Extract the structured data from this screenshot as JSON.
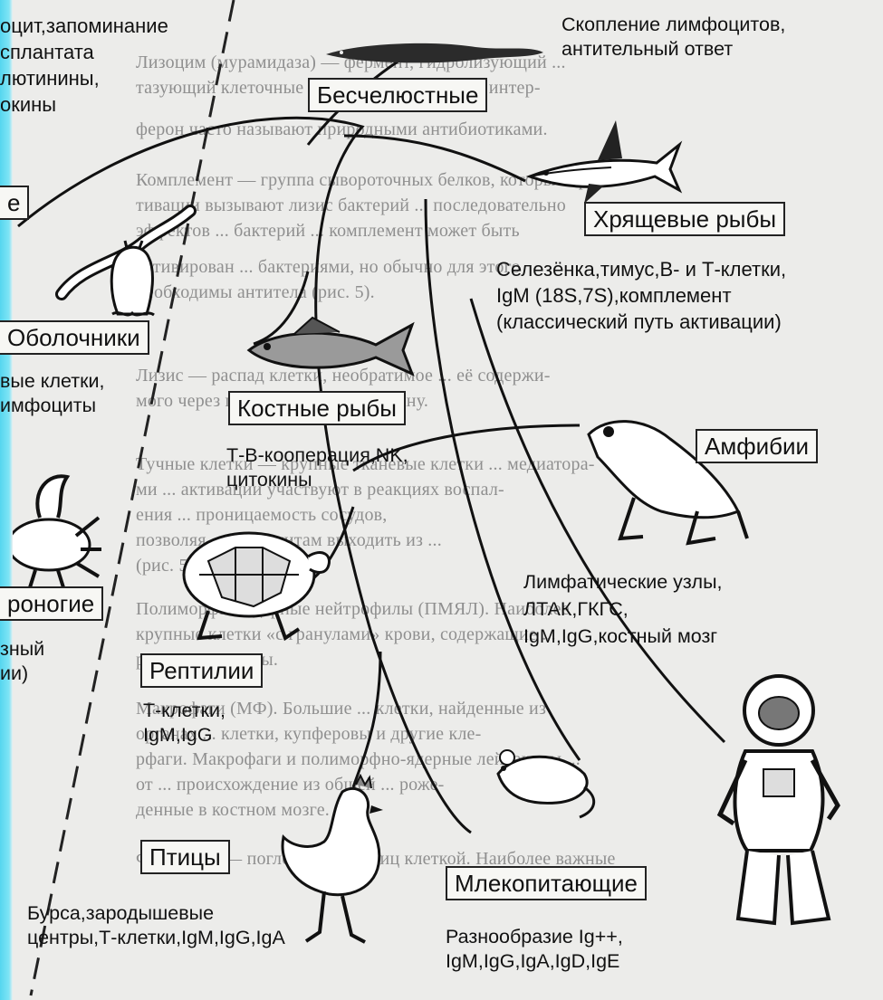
{
  "groups": {
    "jawless": {
      "label": "Бесчелюстные",
      "note": "Скопление лимфоцитов,\nантительный ответ"
    },
    "cartilaginous": {
      "label": "Хрящевые рыбы",
      "note": "Селезёнка,тимус,В- и Т-клетки,\nIgM (18S,7S),комплемент\n(классический путь активации)"
    },
    "bony_fish": {
      "label": "Костные рыбы",
      "note": "Т-В-кооперация,NK,\nцитокины"
    },
    "amphibians": {
      "label": "Амфибии",
      "note": "Лимфатические узлы,\nЛТАК,ГКГС,\nIgM,IgG,костный мозг"
    },
    "reptiles": {
      "label": "Рептилии",
      "note": "Т-клетки,\nIgM,IgG"
    },
    "birds": {
      "label": "Птицы",
      "note": "Бурса,зародышевые\nцентры,Т-клетки,IgM,IgG,IgA"
    },
    "mammals": {
      "label": "Млекопитающие",
      "note": "Разнообразие Ig++,\nIgM,IgG,IgA,IgD,IgE"
    },
    "tunicates": {
      "label": "Оболочники",
      "note": "вые клетки,\nимфоциты"
    },
    "top_left": {
      "label": "е",
      "note": "оцит,запоминание\nсплантата\nлютинины,\nокины"
    },
    "arthropods": {
      "label": "роногие",
      "note": "зный\nии)"
    }
  },
  "background_text": [
    "Лизоцим (мурамидаза) — фермент, гидролизующий ...",
    "тазующий клеточные мембраны бактерий ... интер-",
    "ферон часто называют природными антибиотиками.",
    "Комплемент — группа сывороточных белков, которые при ак-",
    "тивации вызывают лизис бактерий ... последовательно",
    "эффектов ... бактерий ... комплемент может быть",
    "активирован ... бактериями, но обычно для этого",
    "необходимы антитела (рис. 5).",
    "Лизис — распад клетки, необратимое ... её содержи-",
    "мого через поврежденную мембрану.",
    "Тучные клетки — крупные тканевые клетки ... медиатора-",
    "ми ... активации участвуют в реакциях воспал-",
    "ения ... проницаемость сосудов,",
    "позволяя ... лейкоцитам выходить из ... ",
    "(рис. 5).",
    "Полиморфно-ядерные нейтрофилы (ПМЯЛ). Наиболее",
    "крупные клетки «с гранулами» крови, содержащие ...",
    "рицидные агенты.",
    "Макрофаги (МФ). Большие ... клетки, найденные из",
    "органах ... клетки, купферовы и другие кле-",
    "рфаги. Макрофаги и полиморфно-ядерные лейкоциты ...",
    "от ... происхождение из общей ... роже-",
    "денные в костном мозге.",
    "Фагоцитоз — поглощение частиц клеткой. Наиболее важные"
  ],
  "icons": [
    "lamprey-icon",
    "shark-icon",
    "worm-icon",
    "ascidian-icon",
    "fish-icon",
    "frog-icon",
    "crab-icon",
    "turtle-icon",
    "chicken-icon",
    "mouse-icon",
    "astronaut-icon"
  ]
}
